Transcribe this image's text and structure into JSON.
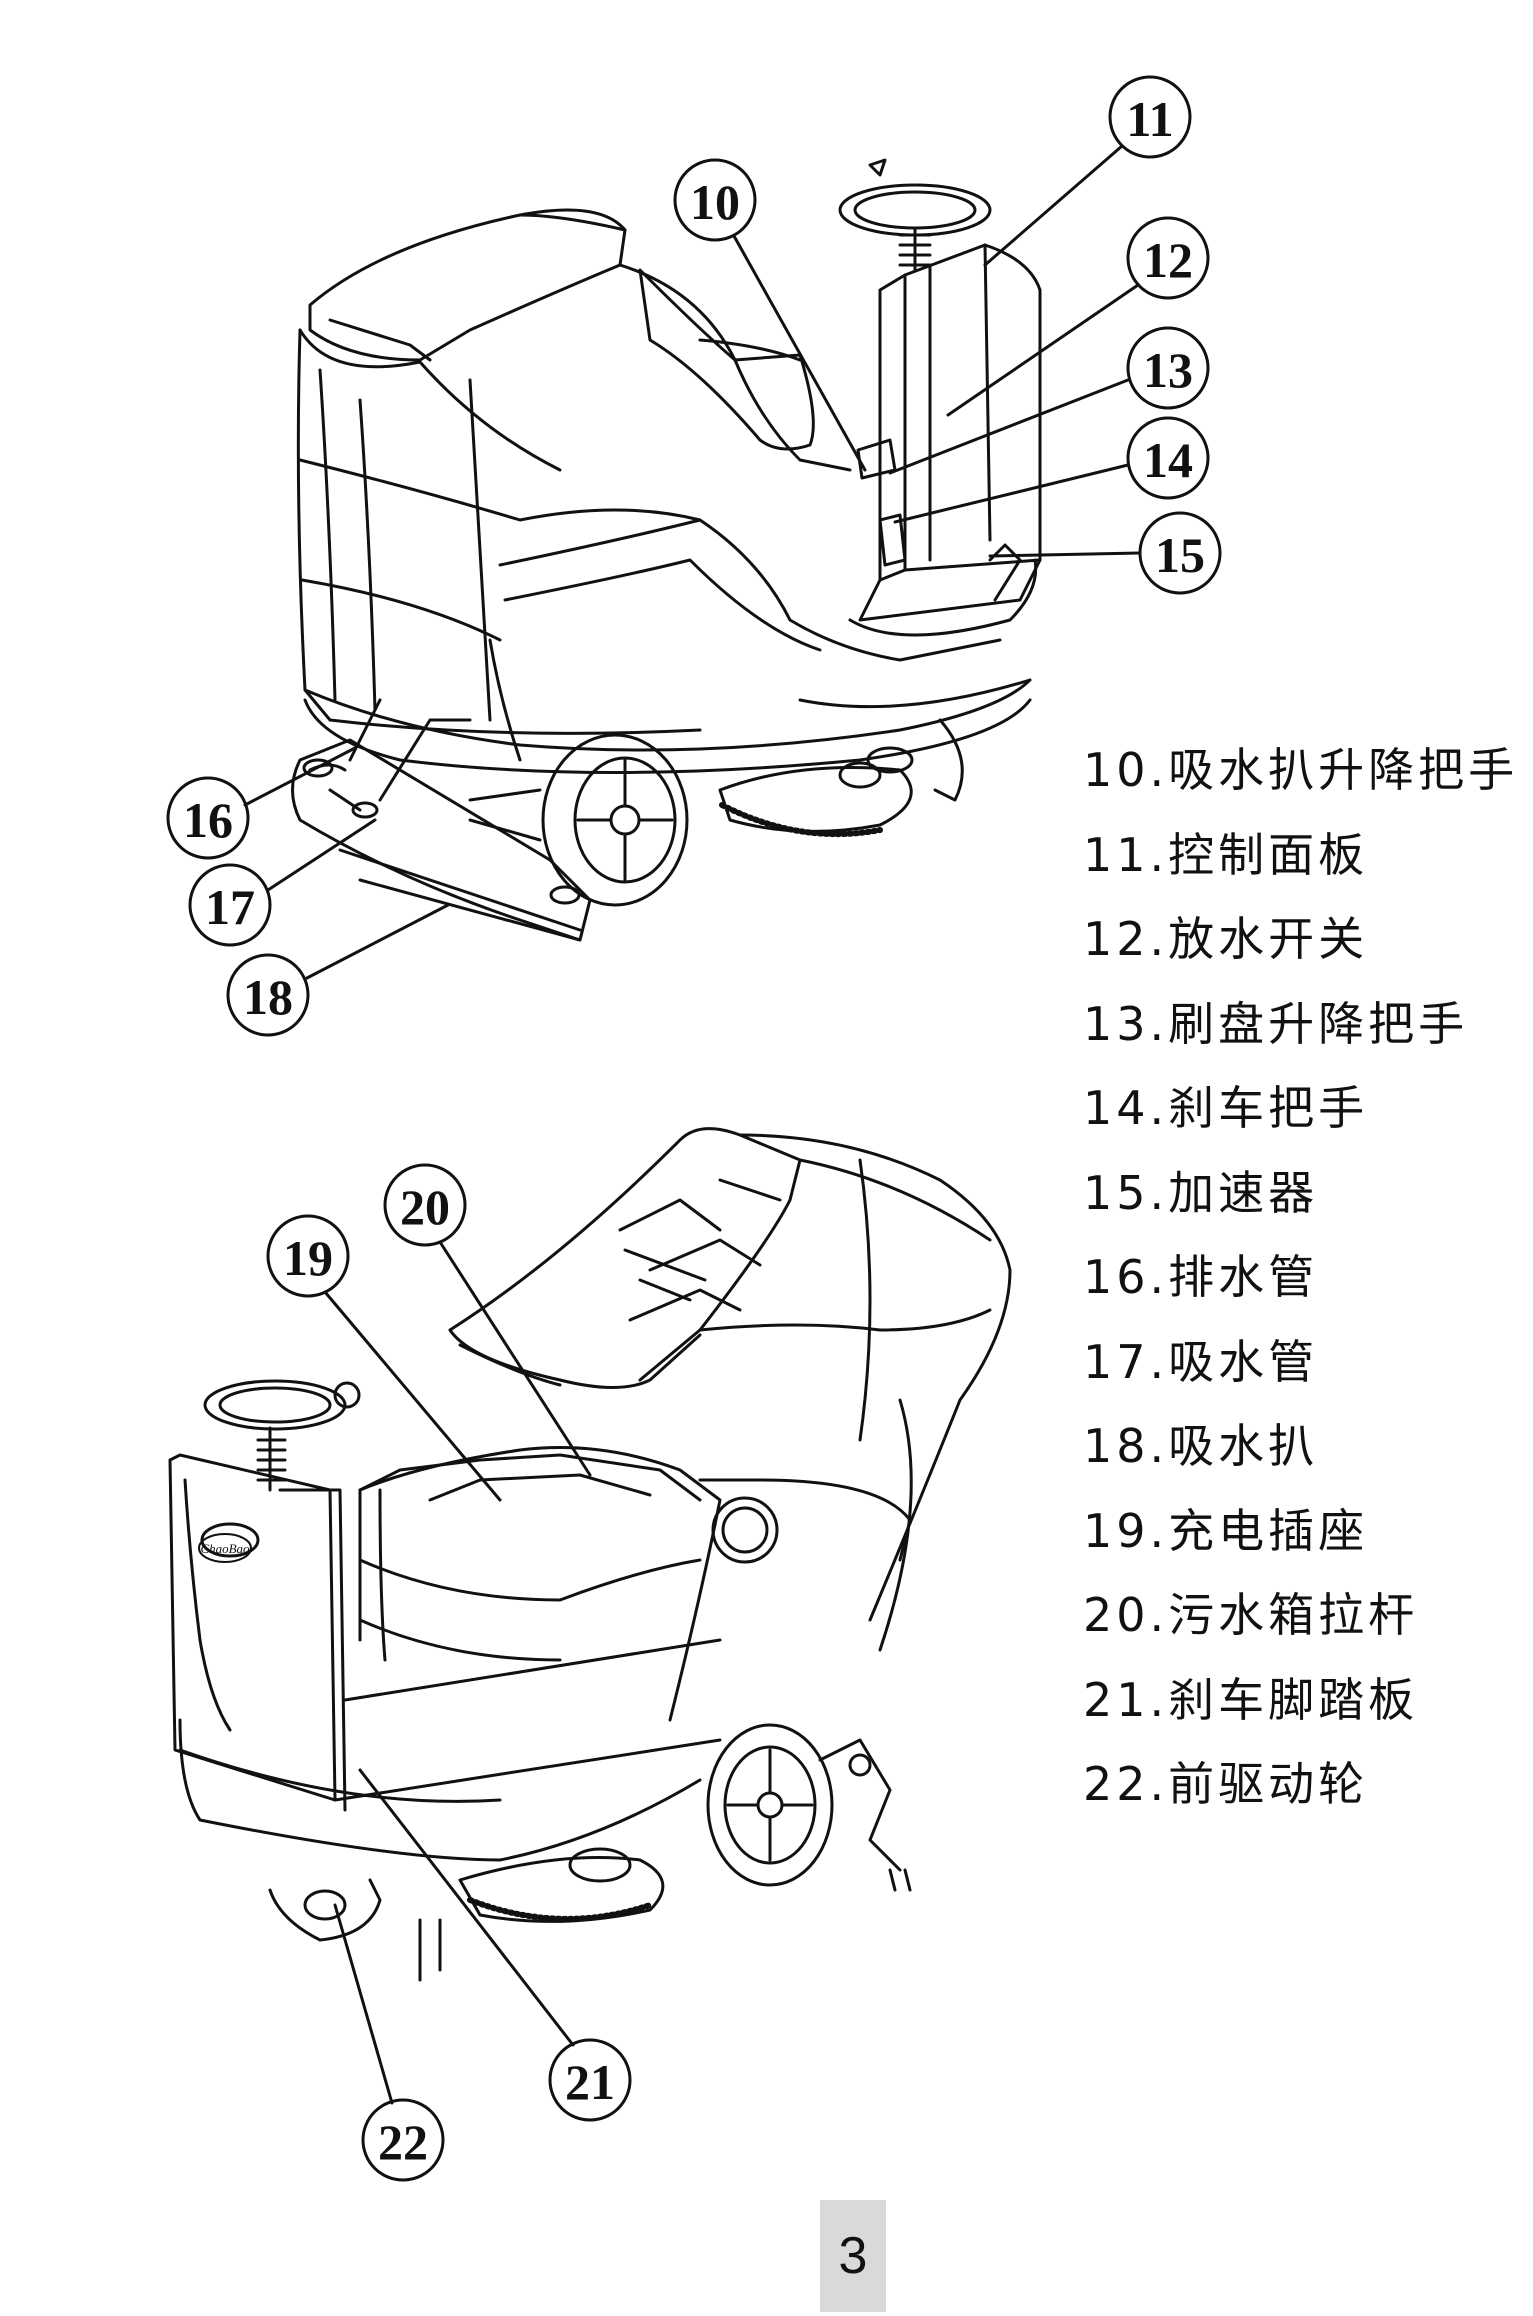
{
  "callouts": [
    "10",
    "11",
    "12",
    "13",
    "14",
    "15",
    "16",
    "17",
    "18",
    "19",
    "20",
    "21",
    "22"
  ],
  "legend": [
    "10.吸水扒升降把手",
    "11.控制面板",
    "12.放水开关",
    "13.刷盘升降把手",
    "14.刹车把手",
    "15.加速器",
    "16.排水管",
    "17.吸水管",
    "18.吸水扒",
    "19.充电插座",
    "20.污水箱拉杆",
    "21.刹车脚踏板",
    "22.前驱动轮"
  ],
  "brand_logo": "ChaoBao",
  "page_number": "3"
}
